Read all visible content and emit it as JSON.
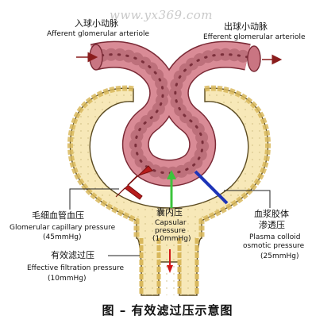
{
  "watermark": "www.yx369.com",
  "afferent": {
    "zh": "入球小动脉",
    "en": "Afferent glomerular arteriole"
  },
  "efferent": {
    "zh": "出球小动脉",
    "en": "Efferent glomerular arteriole"
  },
  "capillary_pressure": {
    "zh": "毛细血管血压",
    "en": "Glomerular capillary pressure",
    "value": "(45mmHg)"
  },
  "capsular_pressure": {
    "zh": "囊内压",
    "en1": "Capsular",
    "en2": "pressure",
    "value": "(10mmHg)"
  },
  "colloid_pressure": {
    "zh1": "血浆胶体",
    "zh2": "渗透压",
    "en1": "Plasma colloid",
    "en2": "osmotic pressure",
    "value": "(25mmHg)"
  },
  "filtration_pressure": {
    "zh": "有效滤过压",
    "en": "Effective filtration pressure",
    "value": "(10mmHg)"
  },
  "caption": "图 – 有效滤过压示意图",
  "colors": {
    "vessel": "#d98b96",
    "vessel_edge": "#7a2a36",
    "capsule": "#f7e8b8",
    "capsule_edge": "#5a4a20",
    "red_arrow": "#b81c1c",
    "green_arrow": "#3cc43c",
    "blue_arrow": "#1d34b8"
  }
}
